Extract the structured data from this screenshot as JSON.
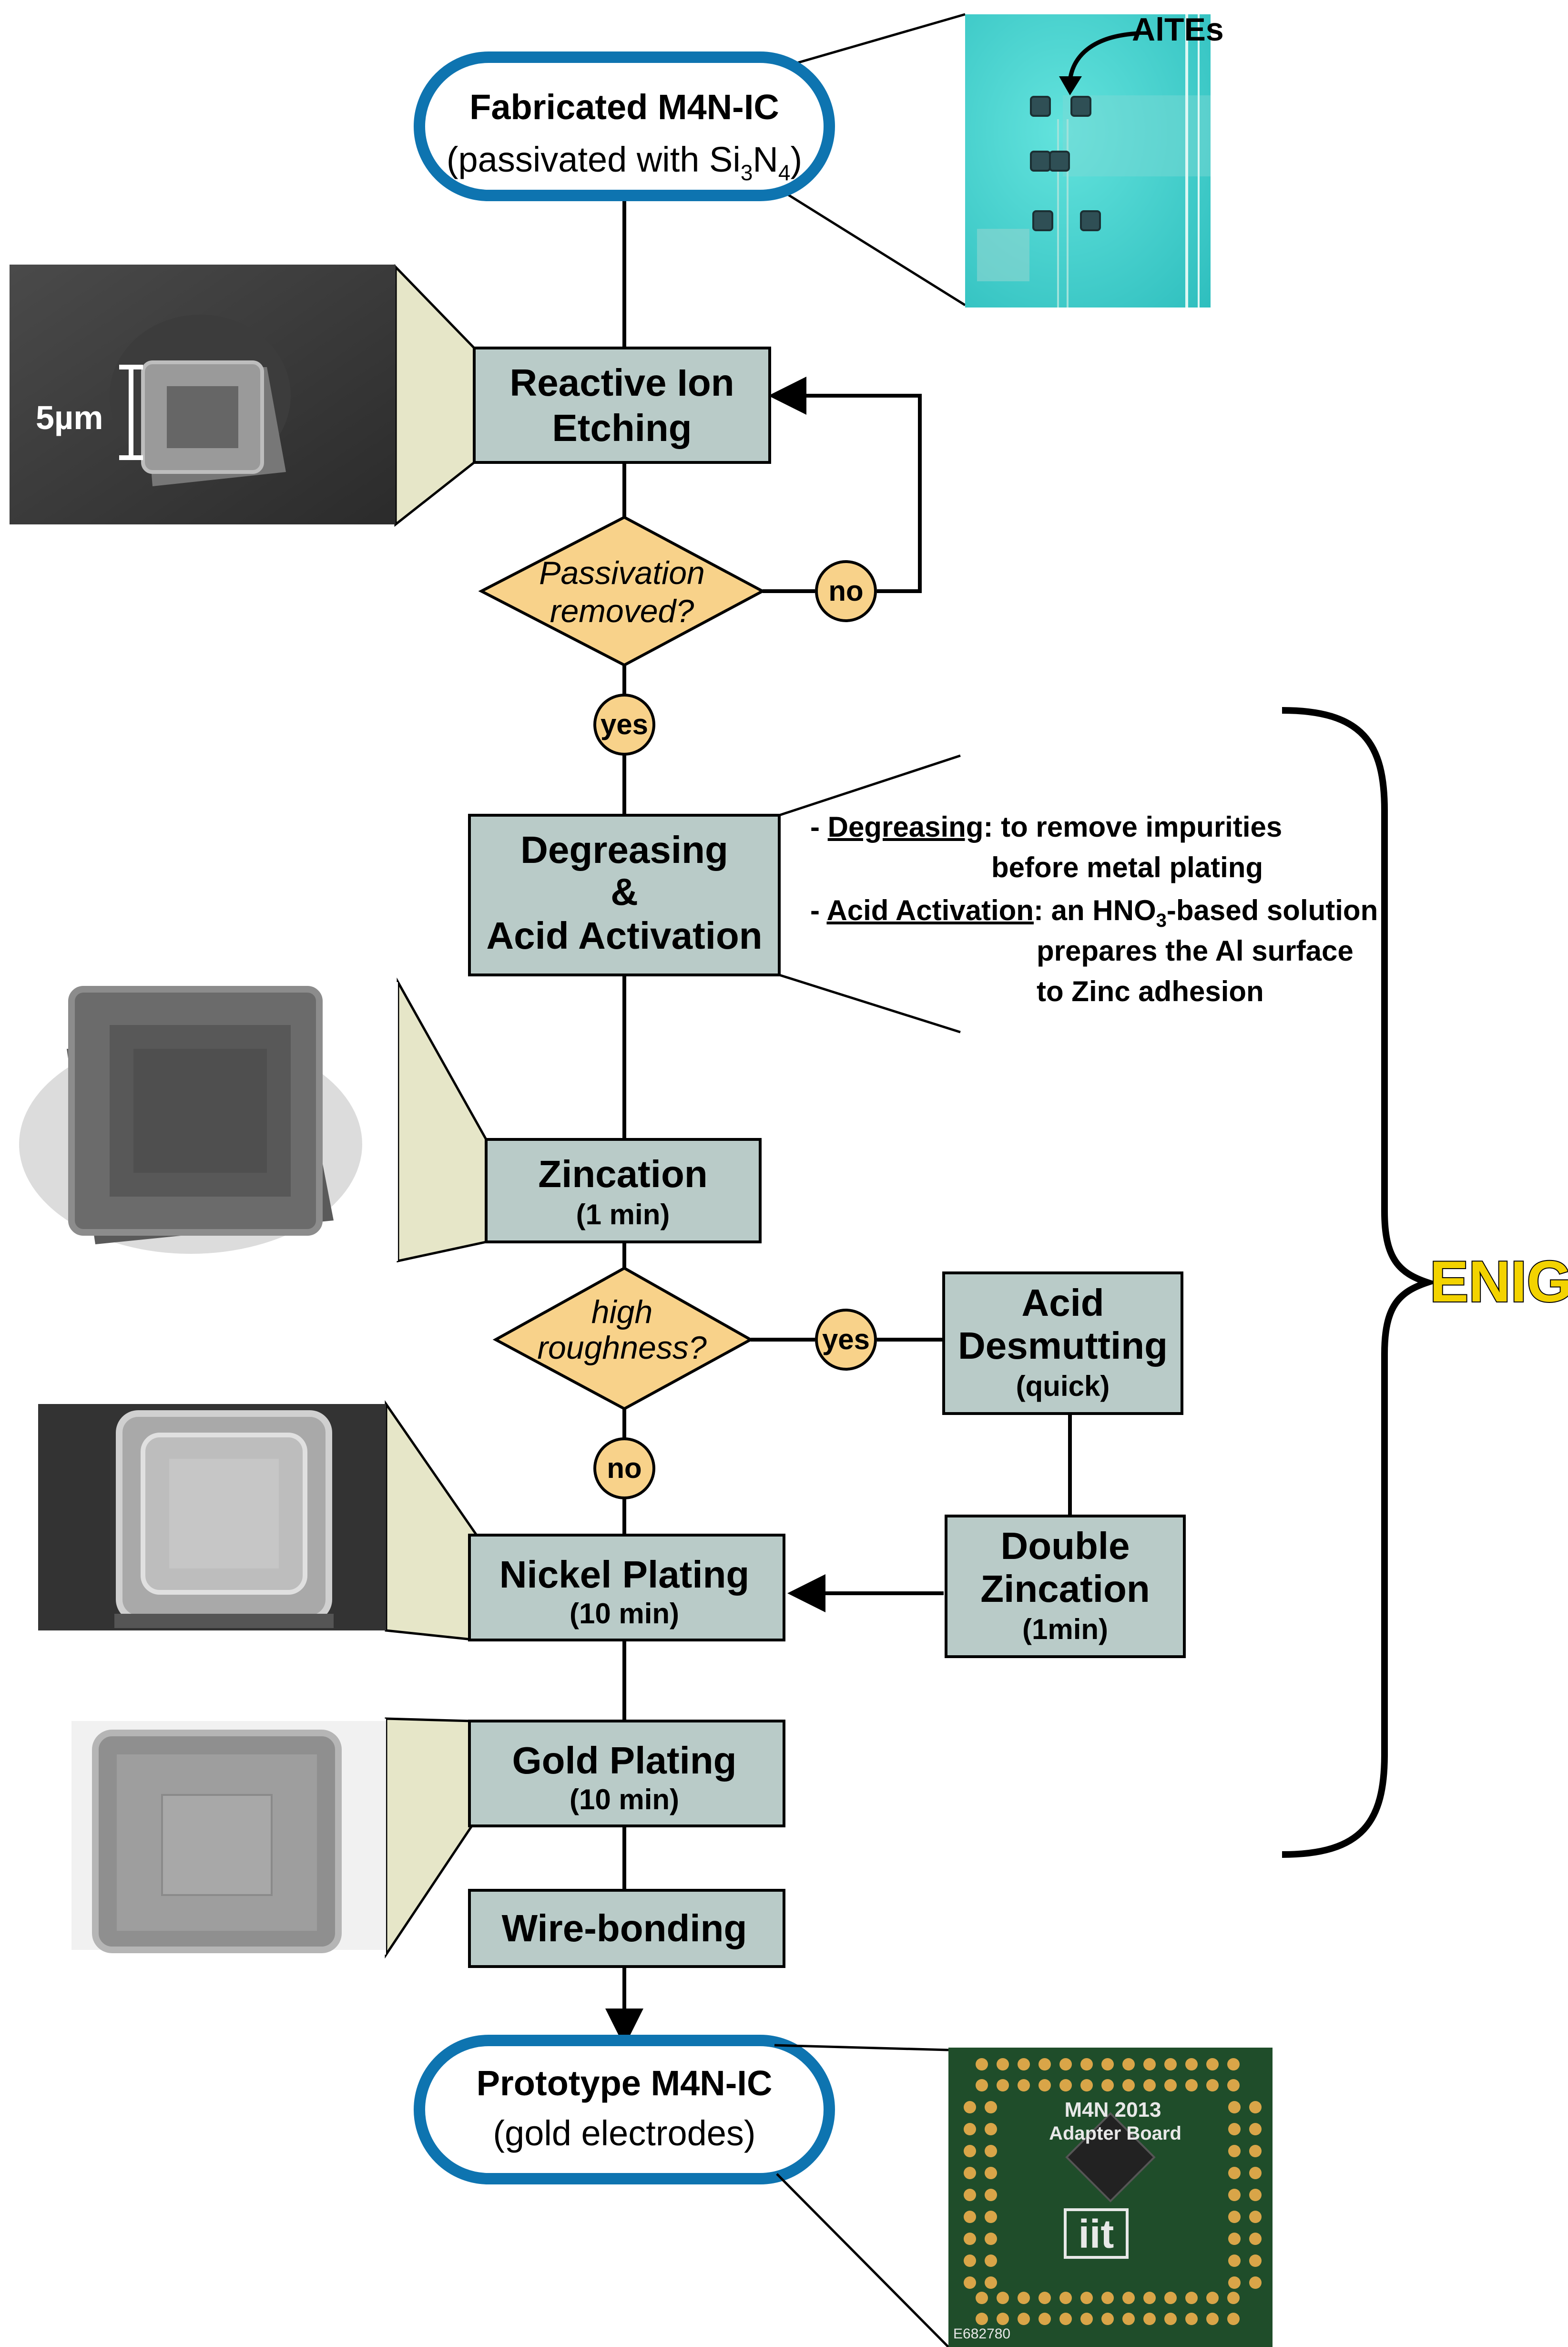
{
  "start": {
    "title": "Fabricated M4N-IC",
    "sub_prefix": "(passivated with Si",
    "sub_s1": "3",
    "sub_mid": "N",
    "sub_s2": "4",
    "sub_suffix": ")"
  },
  "inset_top": {
    "label": "AlTEs"
  },
  "rie": {
    "line1": "Reactive Ion",
    "line2": "Etching"
  },
  "sem1": {
    "scale_label": "5µm"
  },
  "diamond1": {
    "line1": "Passivation",
    "line2": "removed?"
  },
  "no1": "no",
  "yes1": "yes",
  "degrease": {
    "line1": "Degreasing",
    "line2": "&",
    "line3": "Acid Activation"
  },
  "notes": {
    "deg_dash": "- ",
    "deg_term": "Degreasing",
    "deg_text1": ": to remove impurities",
    "deg_text2": "before metal plating",
    "acid_dash": "- ",
    "acid_term": "Acid Activation",
    "acid_text1a": ": an HNO",
    "acid_sub": "3",
    "acid_text1b": "-based solution",
    "acid_text2": "prepares the Al surface",
    "acid_text3": "to Zinc adhesion"
  },
  "zincation": {
    "line1": "Zincation",
    "line2": "(1 min)"
  },
  "diamond2": {
    "line1": "high",
    "line2": "roughness?"
  },
  "yes2": "yes",
  "no2": "no",
  "desmut": {
    "line1": "Acid",
    "line2": "Desmutting",
    "line3": "(quick)"
  },
  "double": {
    "line1": "Double",
    "line2": "Zincation",
    "line3": "(1min)"
  },
  "nickel": {
    "line1": "Nickel Plating",
    "line2": "(10 min)"
  },
  "gold": {
    "line1": "Gold Plating",
    "line2": "(10 min)"
  },
  "wire": {
    "line1": "Wire-bonding"
  },
  "end": {
    "title": "Prototype M4N-IC",
    "sub": "(gold electrodes)"
  },
  "enig": "ENIG",
  "board": {
    "line1": "M4N 2013",
    "line2": "Adapter Board",
    "logo": "iit",
    "code": "E682780"
  },
  "colors": {
    "box": "#b9cbc8",
    "diamond": "#f8d28a",
    "pill": "#0e74b0",
    "callout": "#e6e6c8",
    "enig": "#f3d300"
  }
}
